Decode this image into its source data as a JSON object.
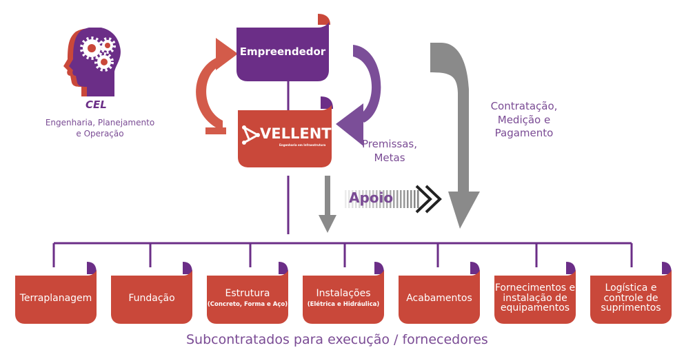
{
  "colors": {
    "purple": "#6b2e87",
    "purple_light": "#7b4e98",
    "red": "#c9483a",
    "red_light": "#d9634f",
    "gray": "#8a8a8a",
    "dark": "#222222"
  },
  "cel": {
    "icon": "head-gears-icon",
    "title": "CEL",
    "subtitle_line1": "Engenharia, Planejamento",
    "subtitle_line2": "e Operação"
  },
  "top_box": {
    "label": "Empreendedor"
  },
  "vellent_box": {
    "logo_text": "VELLENT",
    "logo_tagline": "Engenharia em Infraestrutura"
  },
  "labels": {
    "premissas_line1": "Premissas,",
    "premissas_line2": "Metas",
    "contratacao_line1": "Contratação,",
    "contratacao_line2": "Medição e",
    "contratacao_line3": "Pagamento",
    "apoio": "Apoio"
  },
  "subcontractors": [
    {
      "main": "Terraplanagem",
      "sub": ""
    },
    {
      "main": "Fundação",
      "sub": ""
    },
    {
      "main": "Estrutura",
      "sub": "(Concreto, Forma e Aço)"
    },
    {
      "main": "Instalações",
      "sub": "(Elétrica e Hidráulica)"
    },
    {
      "main": "Acabamentos",
      "sub": ""
    },
    {
      "main": "Fornecimentos e instalação de equipamentos",
      "sub": ""
    },
    {
      "main": "Logística e controle de suprimentos",
      "sub": ""
    }
  ],
  "footer": "Subcontratados para execução / fornecedores"
}
